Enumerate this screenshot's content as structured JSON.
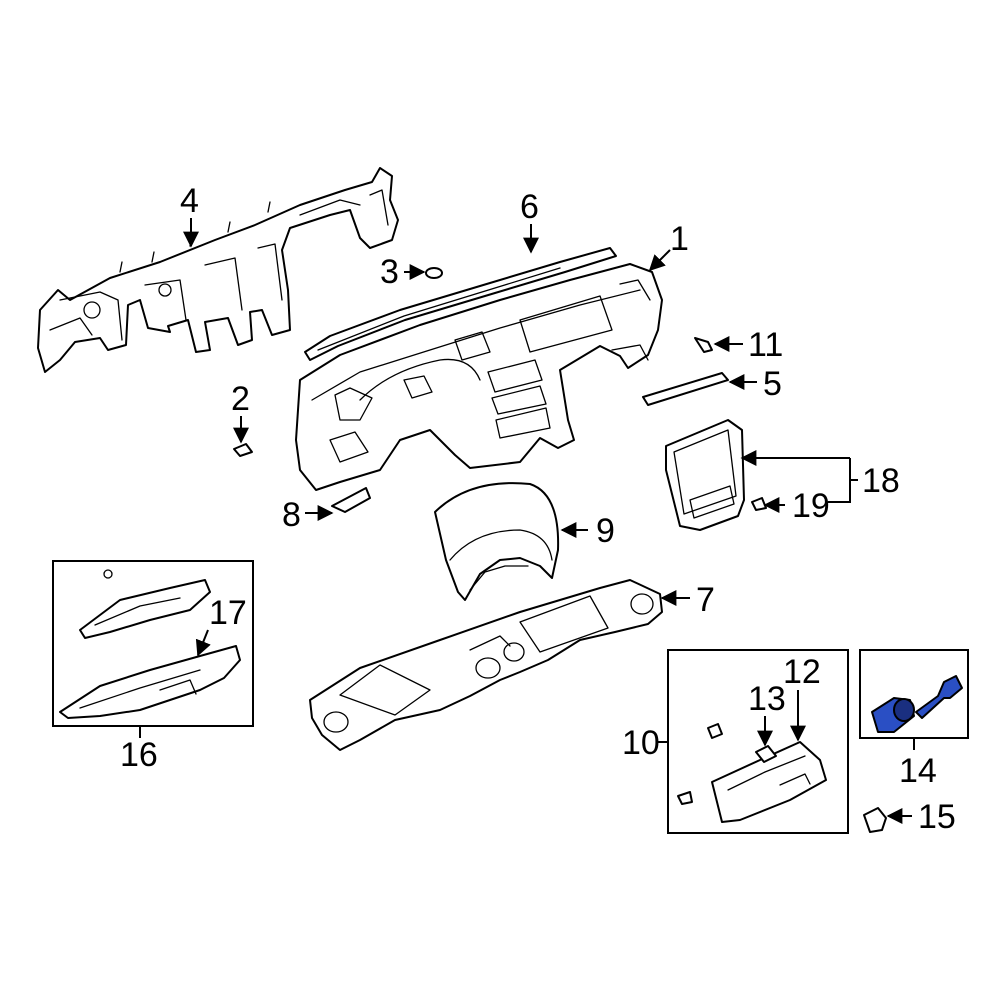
{
  "colors": {
    "line": "#000000",
    "background": "#ffffff",
    "highlight": "#2a4fc4",
    "highlight_dark": "#1a2f80"
  },
  "callouts": {
    "c1": "1",
    "c2": "2",
    "c3": "3",
    "c4": "4",
    "c5": "5",
    "c6": "6",
    "c7": "7",
    "c8": "8",
    "c9": "9",
    "c10": "10",
    "c11": "11",
    "c12": "12",
    "c13": "13",
    "c14": "14",
    "c15": "15",
    "c16": "16",
    "c17": "17",
    "c18": "18",
    "c19": "19"
  },
  "highlighted_part": "14"
}
